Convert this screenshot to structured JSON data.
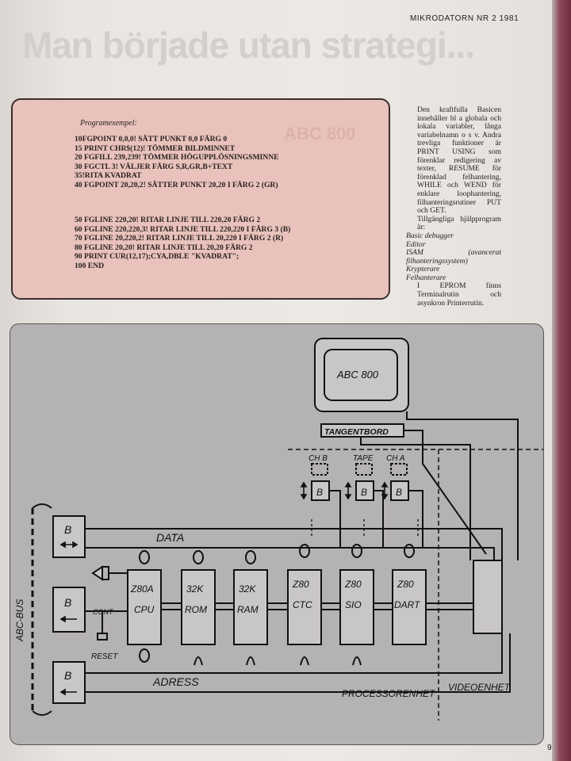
{
  "header": {
    "running_head": "MIKRODATORN NR 2 1981",
    "page_number": "9"
  },
  "ghost_title": "Man började utan strategi...",
  "code_box": {
    "caption": "Programexempel:",
    "ghost_text": "ABC 800",
    "lines_block1": [
      "10FGPOINT 0,0,0! SÄTT PUNKT 0,0 FÄRG 0",
      "15 PRINT CHR$(12)! TÖMMER BILDMINNET",
      "20 FGFILL 239,239! TÖMMER HÖGUPPLÖSNINGSMINNE",
      "30 FGCTL 3! VÄLJER FÄRG S,R,GR,B+TEXT",
      "35!RITA KVADRAT",
      "40 FGPOINT 20,20,2! SÄTTER PUNKT 20,20 I FÄRG 2 (GR)"
    ],
    "lines_block2": [
      "50 FGLINE 220,20! RITAR LINJE TILL 220,20 FÄRG 2",
      "60 FGLINE 220,220,3! RITAR LINJE TILL 220,220 I FÄRG 3 (B)",
      "70 FGLINE 20,220,2! RITAR LINJE TILL 20,220 I FÄRG 2 (R)",
      "80 FGLINE 20,20! RITAR LINJE TILL 20,20 FÄRG 2",
      "90 PRINT CUR(12,17);CYA,DBLE \"KVADRAT\";",
      "100 END"
    ]
  },
  "side_column": {
    "para1": "Den kraftfulla Basicen innehåller bl a globala och lokala variabler, långa variabelnamn o s v. Andra trevliga funktioner är PRINT USING som förenklar redigering av texter, RESUME för förenklad felhantering, WHILE och WEND för enklare loophantering, filhanteringsrutiner PUT och GET.",
    "para2": "Tillgängliga hjälpprogram är:",
    "programs": [
      "Basic debugger",
      "Editor",
      "ISAM (avancerat filhanteringssystem)",
      "Krypterare",
      "Felhanterare"
    ],
    "para3": "I EPROM finns Terminalrutin och asynkron Printerrutin."
  },
  "diagram": {
    "monitor": "ABC 800",
    "keyboard": "TANGENTBORD",
    "channels": [
      "CH B",
      "TAPE",
      "CH A"
    ],
    "channel_buffer": "B",
    "bus_buffer": "B",
    "bus_label": "ABC-BUS",
    "data_label": "DATA",
    "address_label": "ADRESS",
    "cont_label": "CONT",
    "reset_label": "RESET",
    "chips": [
      {
        "line1": "Z80A",
        "line2": "CPU"
      },
      {
        "line1": "32K",
        "line2": "ROM"
      },
      {
        "line1": "32K",
        "line2": "RAM"
      },
      {
        "line1": "Z80",
        "line2": "CTC"
      },
      {
        "line1": "Z80",
        "line2": "SIO"
      },
      {
        "line1": "Z80",
        "line2": "DART"
      }
    ],
    "processor_label": "PROCESSORENHET",
    "video_label": "VIDEOENHET"
  }
}
